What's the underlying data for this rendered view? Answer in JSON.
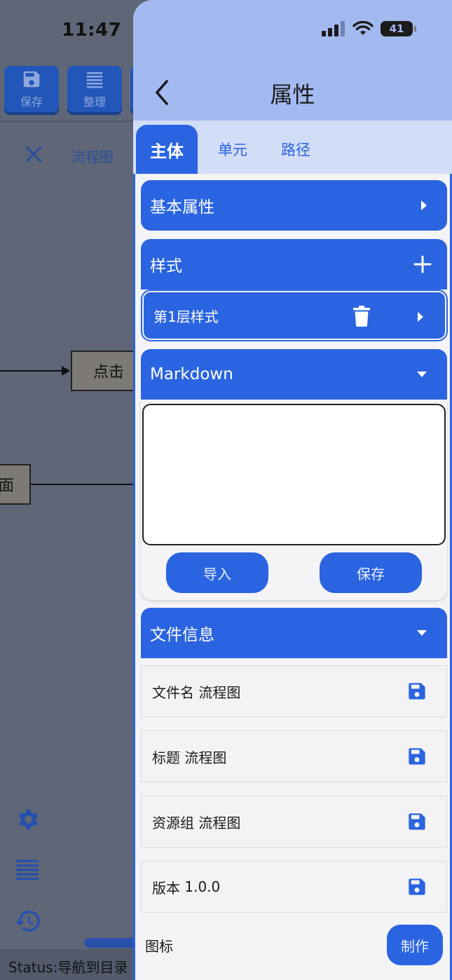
{
  "background": {
    "time": "11:47",
    "toolbar": {
      "save_label": "保存",
      "organize_label": "整理"
    },
    "flow_tab": "流程图",
    "nodes": {
      "click_node": "点击",
      "face_node": "面"
    },
    "statusbar": "Status:导航到目录"
  },
  "panel": {
    "battery": "41",
    "title": "属性",
    "tabs": [
      {
        "label": "主体"
      },
      {
        "label": "单元"
      },
      {
        "label": "路径"
      }
    ],
    "sections": {
      "basic": {
        "label": "基本属性"
      },
      "style": {
        "label": "样式",
        "item_label": "第1层样式"
      },
      "markdown": {
        "label": "Markdown",
        "import_label": "导入",
        "save_label": "保存"
      },
      "file_info": {
        "label": "文件信息",
        "rows": [
          {
            "label": "文件名",
            "value": "流程图"
          },
          {
            "label": "标题",
            "value": "流程图"
          },
          {
            "label": "资源组",
            "value": "流程图"
          },
          {
            "label": "版本",
            "value": "1.0.0"
          }
        ],
        "icon_label": "图标",
        "make_label": "制作"
      }
    }
  },
  "colors": {
    "accent": "#2a64e0",
    "header": "#a3baf0",
    "tab_bar": "#d2ddf7"
  }
}
